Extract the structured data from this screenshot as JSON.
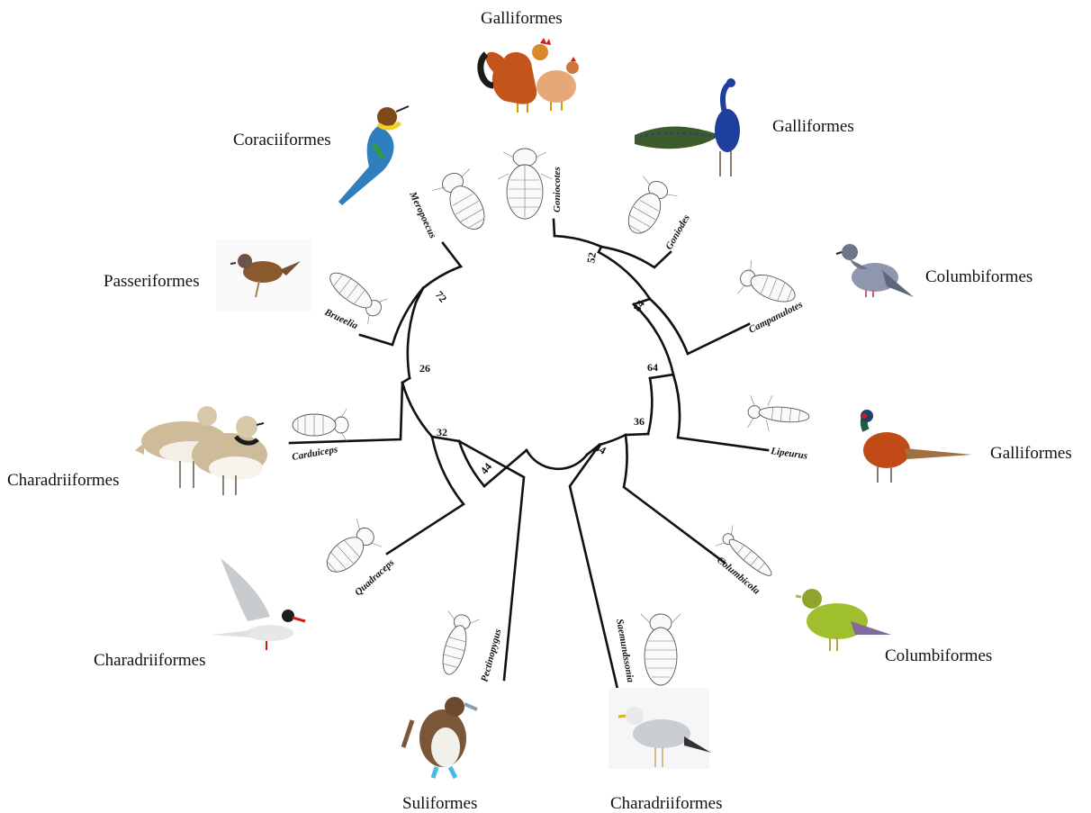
{
  "tree": {
    "taxa": [
      {
        "genus": "Goniocotes",
        "host_order": "Galliformes",
        "bird": "rooster-and-hen"
      },
      {
        "genus": "Goniodes",
        "host_order": "Galliformes",
        "bird": "peacock"
      },
      {
        "genus": "Campanulotes",
        "host_order": "Columbiformes",
        "bird": "rock-pigeon"
      },
      {
        "genus": "Lipeurus",
        "host_order": "Galliformes",
        "bird": "pheasant"
      },
      {
        "genus": "Columbicola",
        "host_order": "Columbiformes",
        "bird": "green-pigeon"
      },
      {
        "genus": "Saemundssonia",
        "host_order": "Charadriiformes",
        "bird": "gull"
      },
      {
        "genus": "Pectinopygus",
        "host_order": "Suliformes",
        "bird": "booby"
      },
      {
        "genus": "Quadraceps",
        "host_order": "Charadriiformes",
        "bird": "tern"
      },
      {
        "genus": "Carduiceps",
        "host_order": "Charadriiformes",
        "bird": "plovers"
      },
      {
        "genus": "Brueelia",
        "host_order": "Passeriformes",
        "bird": "sparrow"
      },
      {
        "genus": "Meropoecus",
        "host_order": "Coraciiformes",
        "bird": "bee-eater"
      }
    ],
    "support_values": {
      "goniocotes_goniodes": "52",
      "galliform_pigeon_clade": "84",
      "lipeurus_clade": "64",
      "columbicola_clade": "36",
      "saemundssonia_clade": "44",
      "pectinopygus_quadraceps": "44",
      "carduiceps_clade": "32",
      "brueelia_meropoecus": "72",
      "left_clade": "26"
    }
  },
  "colors": {
    "branch": "#111111",
    "rooster": "#c4541c",
    "peacock": "#1f3f9c",
    "pigeon": "#8e97ad",
    "pheasant": "#c24a17",
    "green_pigeon": "#9fbf2c",
    "gull": "#c9ccd0",
    "booby": "#7a5738",
    "tern": "#d8dadd",
    "plover": "#cdbb9a",
    "sparrow": "#8a5a2e",
    "bee_eater": "#2f7fbf"
  }
}
